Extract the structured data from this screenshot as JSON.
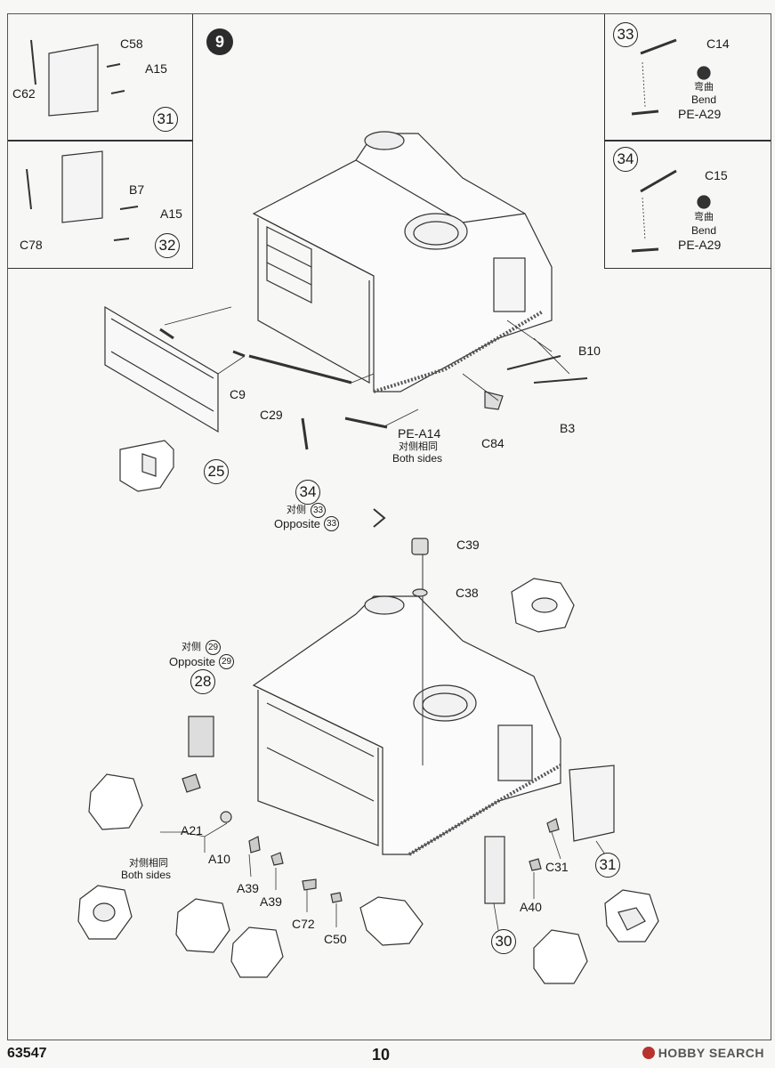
{
  "step": "9",
  "sub_steps": {
    "s31": "31",
    "s32": "32",
    "s33": "33",
    "s34": "34",
    "s25": "25",
    "s34b": "34",
    "s28": "28",
    "s30": "30",
    "s31b": "31"
  },
  "parts": {
    "c58": "C58",
    "a15a": "A15",
    "c62": "C62",
    "b7": "B7",
    "a15b": "A15",
    "c78": "C78",
    "c14": "C14",
    "pe_a29a": "PE-A29",
    "c15": "C15",
    "pe_a29b": "PE-A29",
    "b10": "B10",
    "b3": "B3",
    "c84": "C84",
    "c9": "C9",
    "c29": "C29",
    "pe_a14": "PE-A14",
    "c39": "C39",
    "c38": "C38",
    "a21": "A21",
    "a10": "A10",
    "a39a": "A39",
    "a39b": "A39",
    "c72": "C72",
    "c50": "C50",
    "a40": "A40",
    "c31": "C31"
  },
  "notes": {
    "bend_cn_a": "弯曲",
    "bend_en_a": "Bend",
    "bend_cn_b": "弯曲",
    "bend_en_b": "Bend",
    "both_cn_a": "对侧相同",
    "both_en_a": "Both sides",
    "opp_cn_a": "对侧",
    "opp_ref_a": "33",
    "opp_en_a": "Opposite",
    "opp_ref_a2": "33",
    "opp_cn_b": "对侧",
    "opp_ref_b": "29",
    "opp_en_b": "Opposite",
    "opp_ref_b2": "29",
    "both_cn_b": "对侧相同",
    "both_en_b": "Both sides"
  },
  "footer": {
    "code": "63547",
    "page": "10",
    "watermark": "HOBBY SEARCH"
  }
}
